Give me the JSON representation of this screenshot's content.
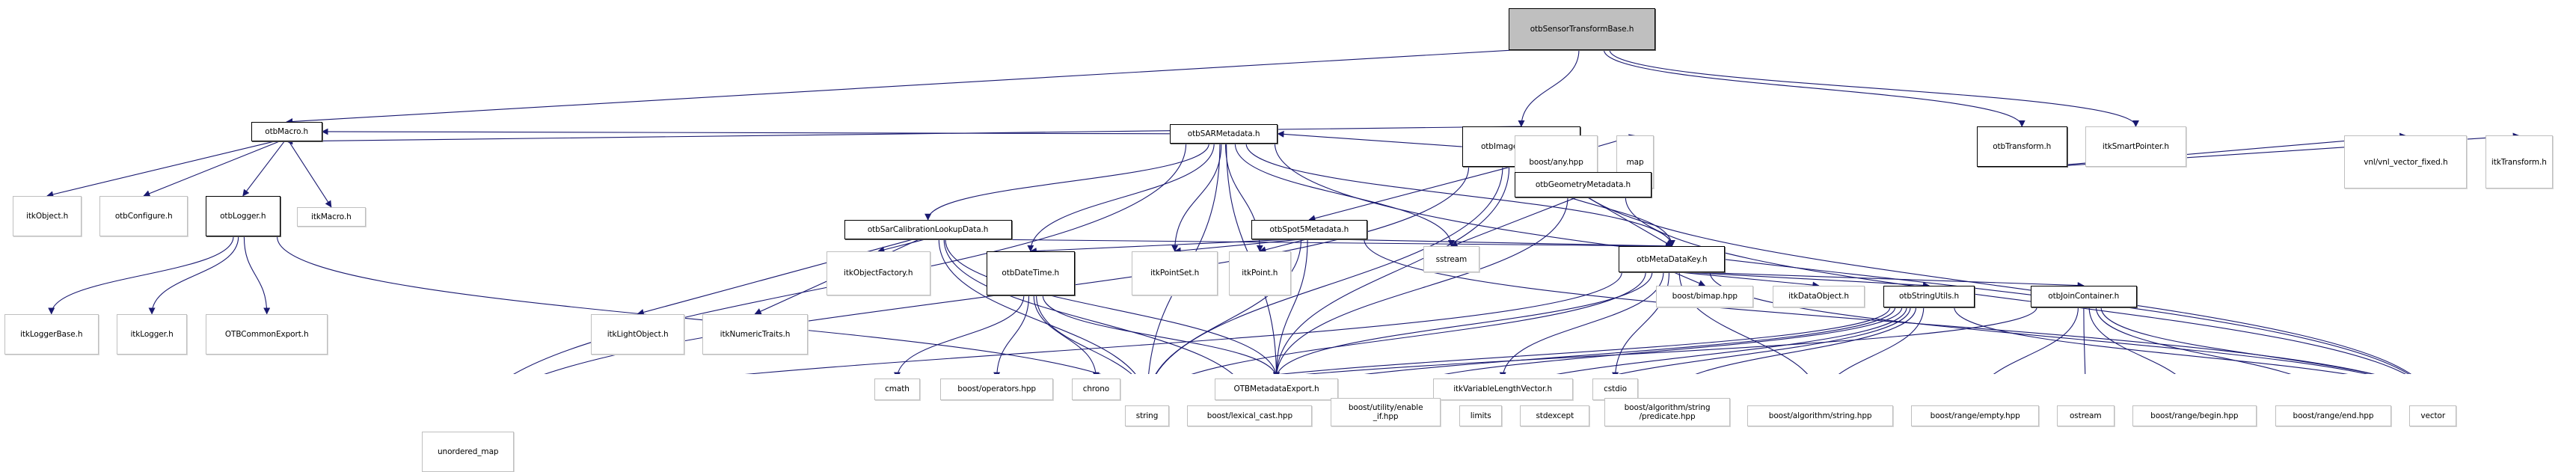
{
  "graph": {
    "title": "otbSensorTransformBase.h include dependency graph",
    "edge_color": "#191970",
    "root_fill": "#bfbfbf",
    "nodes": [
      {
        "id": "otbSensorTransformBase",
        "label": "otbSensorTransformBase.h",
        "kind": "root"
      },
      {
        "id": "otbImageMetadata",
        "label": "otbImageMetadata.h",
        "kind": "internal"
      },
      {
        "id": "otbTransform",
        "label": "otbTransform.h",
        "kind": "internal"
      },
      {
        "id": "itkSmartPointer",
        "label": "itkSmartPointer.h",
        "kind": "external"
      },
      {
        "id": "otbMacro",
        "label": "otbMacro.h",
        "kind": "internal"
      },
      {
        "id": "otbSARMetadata",
        "label": "otbSARMetadata.h",
        "kind": "internal"
      },
      {
        "id": "boostAny",
        "label": "boost/any.hpp",
        "kind": "external"
      },
      {
        "id": "map",
        "label": "map",
        "kind": "external"
      },
      {
        "id": "vnlVectorFixed",
        "label": "vnl/vnl_vector_fixed.h",
        "kind": "external"
      },
      {
        "id": "itkTransform",
        "label": "itkTransform.h",
        "kind": "external"
      },
      {
        "id": "itkObject",
        "label": "itkObject.h",
        "kind": "external"
      },
      {
        "id": "otbConfigure",
        "label": "otbConfigure.h",
        "kind": "external"
      },
      {
        "id": "otbLogger",
        "label": "otbLogger.h",
        "kind": "internal"
      },
      {
        "id": "itkMacro",
        "label": "itkMacro.h",
        "kind": "external"
      },
      {
        "id": "otbSarCalibrationLookupData",
        "label": "otbSarCalibrationLookupData.h",
        "kind": "internal"
      },
      {
        "id": "otbSpot5Metadata",
        "label": "otbSpot5Metadata.h",
        "kind": "internal"
      },
      {
        "id": "otbGeometryMetadata",
        "label": "otbGeometryMetadata.h",
        "kind": "internal"
      },
      {
        "id": "itkLoggerBase",
        "label": "itkLoggerBase.h",
        "kind": "external"
      },
      {
        "id": "itkLogger",
        "label": "itkLogger.h",
        "kind": "external"
      },
      {
        "id": "OTBCommonExport",
        "label": "OTBCommonExport.h",
        "kind": "external"
      },
      {
        "id": "itkLightObject",
        "label": "itkLightObject.h",
        "kind": "external"
      },
      {
        "id": "itkNumericTraits",
        "label": "itkNumericTraits.h",
        "kind": "external"
      },
      {
        "id": "itkObjectFactory",
        "label": "itkObjectFactory.h",
        "kind": "external"
      },
      {
        "id": "otbDateTime",
        "label": "otbDateTime.h",
        "kind": "internal"
      },
      {
        "id": "itkPointSet",
        "label": "itkPointSet.h",
        "kind": "external"
      },
      {
        "id": "itkPoint",
        "label": "itkPoint.h",
        "kind": "external"
      },
      {
        "id": "sstream",
        "label": "sstream",
        "kind": "external"
      },
      {
        "id": "otbMetaDataKey",
        "label": "otbMetaDataKey.h",
        "kind": "internal"
      },
      {
        "id": "unorderedMap",
        "label": "unordered_map",
        "kind": "external"
      },
      {
        "id": "cmath",
        "label": "cmath",
        "kind": "external"
      },
      {
        "id": "boostOperators",
        "label": "boost/operators.hpp",
        "kind": "external"
      },
      {
        "id": "chrono",
        "label": "chrono",
        "kind": "external"
      },
      {
        "id": "OTBMetadataExport",
        "label": "OTBMetadataExport.h",
        "kind": "external"
      },
      {
        "id": "itkVariableLengthVector",
        "label": "itkVariableLengthVector.h",
        "kind": "external"
      },
      {
        "id": "cstdio",
        "label": "cstdio",
        "kind": "external"
      },
      {
        "id": "boostBimap",
        "label": "boost/bimap.hpp",
        "kind": "external"
      },
      {
        "id": "itkDataObject",
        "label": "itkDataObject.h",
        "kind": "external"
      },
      {
        "id": "otbStringUtils",
        "label": "otbStringUtils.h",
        "kind": "internal"
      },
      {
        "id": "otbJoinContainer",
        "label": "otbJoinContainer.h",
        "kind": "internal"
      },
      {
        "id": "string",
        "label": "string",
        "kind": "external"
      },
      {
        "id": "boostLexicalCast",
        "label": "boost/lexical_cast.hpp",
        "kind": "external"
      },
      {
        "id": "boostEnableIf",
        "label": "boost/utility/enable\n_if.hpp",
        "kind": "external"
      },
      {
        "id": "limits",
        "label": "limits",
        "kind": "external"
      },
      {
        "id": "stdexcept",
        "label": "stdexcept",
        "kind": "external"
      },
      {
        "id": "boostAlgoPredicate",
        "label": "boost/algorithm/string\n/predicate.hpp",
        "kind": "external"
      },
      {
        "id": "boostAlgoString",
        "label": "boost/algorithm/string.hpp",
        "kind": "external"
      },
      {
        "id": "boostRangeEmpty",
        "label": "boost/range/empty.hpp",
        "kind": "external"
      },
      {
        "id": "ostream",
        "label": "ostream",
        "kind": "external"
      },
      {
        "id": "boostRangeBegin",
        "label": "boost/range/begin.hpp",
        "kind": "external"
      },
      {
        "id": "boostRangeEnd",
        "label": "boost/range/end.hpp",
        "kind": "external"
      },
      {
        "id": "vector",
        "label": "vector",
        "kind": "external"
      }
    ],
    "edges": [
      [
        "otbSensorTransformBase",
        "otbImageMetadata"
      ],
      [
        "otbSensorTransformBase",
        "otbTransform"
      ],
      [
        "otbSensorTransformBase",
        "itkSmartPointer"
      ],
      [
        "otbSensorTransformBase",
        "otbMacro"
      ],
      [
        "otbImageMetadata",
        "otbMacro"
      ],
      [
        "otbImageMetadata",
        "otbSARMetadata"
      ],
      [
        "otbImageMetadata",
        "boostAny"
      ],
      [
        "otbImageMetadata",
        "map"
      ],
      [
        "otbImageMetadata",
        "otbSpot5Metadata"
      ],
      [
        "otbImageMetadata",
        "otbGeometryMetadata"
      ],
      [
        "otbImageMetadata",
        "otbMetaDataKey"
      ],
      [
        "otbImageMetadata",
        "OTBMetadataExport"
      ],
      [
        "otbImageMetadata",
        "unorderedMap"
      ],
      [
        "otbImageMetadata",
        "string"
      ],
      [
        "otbImageMetadata",
        "vector"
      ],
      [
        "otbTransform",
        "vnlVectorFixed"
      ],
      [
        "otbTransform",
        "itkTransform"
      ],
      [
        "otbMacro",
        "itkObject"
      ],
      [
        "otbMacro",
        "otbConfigure"
      ],
      [
        "otbMacro",
        "otbLogger"
      ],
      [
        "otbMacro",
        "itkMacro"
      ],
      [
        "otbLogger",
        "itkLoggerBase"
      ],
      [
        "otbLogger",
        "itkLogger"
      ],
      [
        "otbLogger",
        "OTBCommonExport"
      ],
      [
        "otbLogger",
        "string"
      ],
      [
        "otbSARMetadata",
        "otbMacro"
      ],
      [
        "otbSARMetadata",
        "otbSarCalibrationLookupData"
      ],
      [
        "otbSARMetadata",
        "otbDateTime"
      ],
      [
        "otbSARMetadata",
        "itkPointSet"
      ],
      [
        "otbSARMetadata",
        "itkPoint"
      ],
      [
        "otbSARMetadata",
        "sstream"
      ],
      [
        "otbSARMetadata",
        "otbMetaDataKey"
      ],
      [
        "otbSARMetadata",
        "OTBMetadataExport"
      ],
      [
        "otbSARMetadata",
        "unorderedMap"
      ],
      [
        "otbSARMetadata",
        "string"
      ],
      [
        "otbSARMetadata",
        "vector"
      ],
      [
        "otbSarCalibrationLookupData",
        "itkLightObject"
      ],
      [
        "otbSarCalibrationLookupData",
        "itkNumericTraits"
      ],
      [
        "otbSarCalibrationLookupData",
        "itkObjectFactory"
      ],
      [
        "otbSarCalibrationLookupData",
        "otbMetaDataKey"
      ],
      [
        "otbSarCalibrationLookupData",
        "OTBMetadataExport"
      ],
      [
        "otbSarCalibrationLookupData",
        "string"
      ],
      [
        "otbSarCalibrationLookupData",
        "boostLexicalCast"
      ],
      [
        "otbSpot5Metadata",
        "otbDateTime"
      ],
      [
        "otbSpot5Metadata",
        "itkPointSet"
      ],
      [
        "otbSpot5Metadata",
        "itkPoint"
      ],
      [
        "otbSpot5Metadata",
        "otbMetaDataKey"
      ],
      [
        "otbSpot5Metadata",
        "OTBMetadataExport"
      ],
      [
        "otbSpot5Metadata",
        "string"
      ],
      [
        "otbSpot5Metadata",
        "vector"
      ],
      [
        "otbGeometryMetadata",
        "sstream"
      ],
      [
        "otbGeometryMetadata",
        "otbMetaDataKey"
      ],
      [
        "otbGeometryMetadata",
        "OTBMetadataExport"
      ],
      [
        "otbGeometryMetadata",
        "vector"
      ],
      [
        "otbDateTime",
        "cmath"
      ],
      [
        "otbDateTime",
        "boostOperators"
      ],
      [
        "otbDateTime",
        "chrono"
      ],
      [
        "otbDateTime",
        "OTBMetadataExport"
      ],
      [
        "otbDateTime",
        "string"
      ],
      [
        "otbMetaDataKey",
        "unorderedMap"
      ],
      [
        "otbMetaDataKey",
        "OTBMetadataExport"
      ],
      [
        "otbMetaDataKey",
        "itkVariableLengthVector"
      ],
      [
        "otbMetaDataKey",
        "cstdio"
      ],
      [
        "otbMetaDataKey",
        "boostBimap"
      ],
      [
        "otbMetaDataKey",
        "itkDataObject"
      ],
      [
        "otbMetaDataKey",
        "otbStringUtils"
      ],
      [
        "otbMetaDataKey",
        "otbJoinContainer"
      ],
      [
        "otbMetaDataKey",
        "string"
      ],
      [
        "otbMetaDataKey",
        "boostAlgoString"
      ],
      [
        "otbMetaDataKey",
        "vector"
      ],
      [
        "otbStringUtils",
        "string"
      ],
      [
        "otbStringUtils",
        "boostLexicalCast"
      ],
      [
        "otbStringUtils",
        "boostEnableIf"
      ],
      [
        "otbStringUtils",
        "limits"
      ],
      [
        "otbStringUtils",
        "stdexcept"
      ],
      [
        "otbStringUtils",
        "boostAlgoPredicate"
      ],
      [
        "otbStringUtils",
        "boostAlgoString"
      ],
      [
        "otbStringUtils",
        "vector"
      ],
      [
        "otbJoinContainer",
        "string"
      ],
      [
        "otbJoinContainer",
        "boostRangeEmpty"
      ],
      [
        "otbJoinContainer",
        "ostream"
      ],
      [
        "otbJoinContainer",
        "boostRangeBegin"
      ],
      [
        "otbJoinContainer",
        "boostRangeEnd"
      ],
      [
        "otbJoinContainer",
        "vector"
      ]
    ]
  }
}
